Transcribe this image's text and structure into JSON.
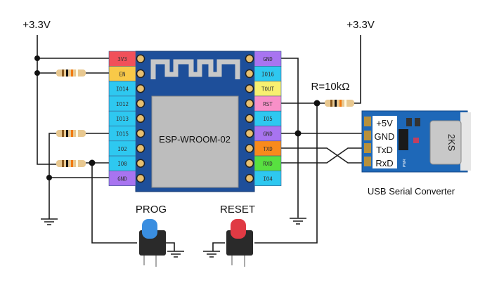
{
  "power_left": "+3.3V",
  "power_right": "+3.3V",
  "module": {
    "name": "ESP-WROOM-02",
    "left_pins": [
      {
        "label": "3V3",
        "color": "#f0505a"
      },
      {
        "label": "EN",
        "color": "#f8c948"
      },
      {
        "label": "IO14",
        "color": "#2ec8f0"
      },
      {
        "label": "IO12",
        "color": "#2ec8f0"
      },
      {
        "label": "IO13",
        "color": "#2ec8f0"
      },
      {
        "label": "IO15",
        "color": "#2ec8f0"
      },
      {
        "label": "IO2",
        "color": "#2ec8f0"
      },
      {
        "label": "IO0",
        "color": "#2ec8f0"
      },
      {
        "label": "GND",
        "color": "#a874f0"
      }
    ],
    "right_pins": [
      {
        "label": "GND",
        "color": "#a874f0"
      },
      {
        "label": "IO16",
        "color": "#2ec8f0"
      },
      {
        "label": "TOUT",
        "color": "#f8f070"
      },
      {
        "label": "RST",
        "color": "#f890c8"
      },
      {
        "label": "IO5",
        "color": "#2ec8f0"
      },
      {
        "label": "GND",
        "color": "#a874f0"
      },
      {
        "label": "TXD",
        "color": "#f88a1c"
      },
      {
        "label": "RXD",
        "color": "#58e040"
      },
      {
        "label": "IO4",
        "color": "#2ec8f0"
      }
    ],
    "board_color": "#1e4f9a"
  },
  "resistor_label": "R=10kΩ",
  "buttons": {
    "prog": {
      "label": "PROG",
      "cap_color": "#3a8ee0"
    },
    "reset": {
      "label": "RESET",
      "cap_color": "#e03a44"
    }
  },
  "converter": {
    "title": "USB Serial Converter",
    "pins": [
      "+5V",
      "GND",
      "TxD",
      "RxD"
    ],
    "chip_marking": "2KS",
    "led_label": "PWR"
  }
}
